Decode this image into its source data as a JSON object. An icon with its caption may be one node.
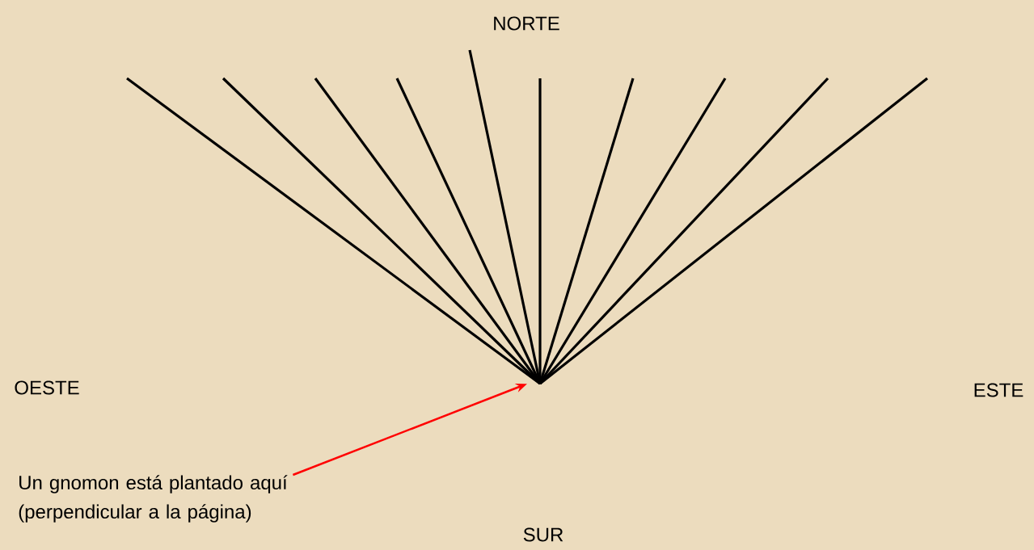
{
  "diagram": {
    "nodes": [
      {
        "text": [
          "Un gnomon está plantado aquí (perpendicular a la página)"
        ]
      },
      {
        "text": [],
        "shape": "picture"
      }
    ],
    "edges": [
      {
        "from": 0,
        "to": 1,
        "arrow": "to",
        "color": "#ff0000"
      }
    ],
    "labels": [
      "NORTE",
      "OESTE",
      "ESTE",
      "SUR"
    ]
  }
}
